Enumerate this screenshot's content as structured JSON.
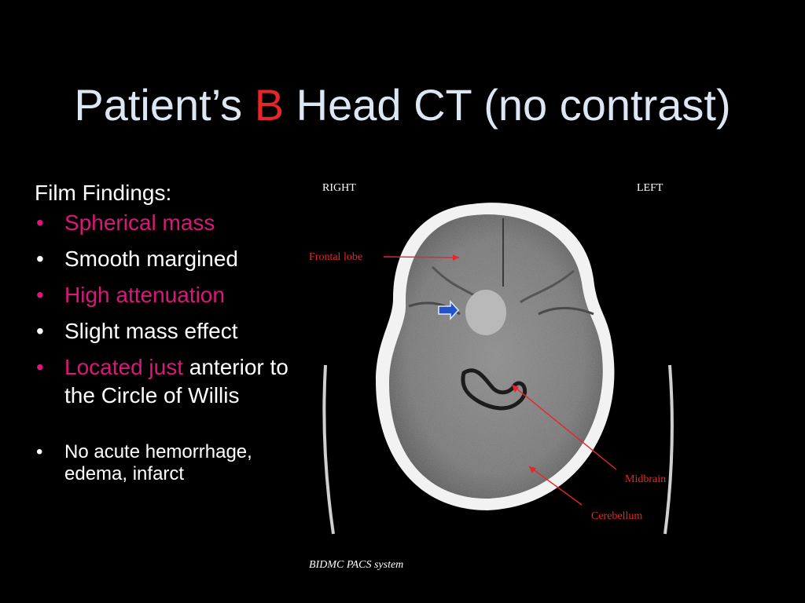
{
  "title": {
    "prefix": "Patient’s ",
    "accent": "B",
    "suffix": " Head CT (no contrast)",
    "accent_color": "#e8262a"
  },
  "findings": {
    "heading": "Film Findings:",
    "items": [
      {
        "text": "Spherical mass",
        "color": "#d9187a"
      },
      {
        "text": "Smooth margined"
      },
      {
        "text": "High attenuation",
        "color": "#d9187a"
      },
      {
        "text": "Slight mass effect"
      },
      {
        "highlight": "Located just",
        "rest": "anterior to the Circle of Willis",
        "color": "#d9187a"
      },
      {
        "text": "No acute hemorrhage, edema, infarct"
      }
    ]
  },
  "image": {
    "side_right": "RIGHT",
    "side_left": "LEFT",
    "label_frontal": "Frontal lobe",
    "label_midbrain": "Midbrain",
    "label_cerebellum": "Cerebellum",
    "source": "BIDMC PACS system",
    "mass_arrow_icon": "blue-arrow-icon",
    "annotation_color": "#e8262a"
  }
}
